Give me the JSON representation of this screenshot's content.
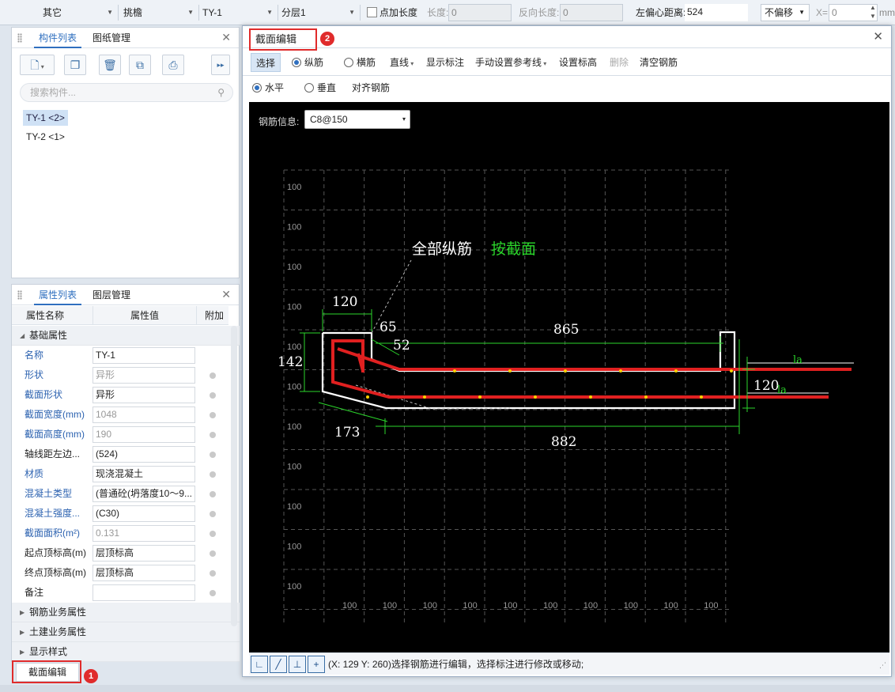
{
  "topbar": {
    "dd1": "其它",
    "dd2": "挑檐",
    "dd3": "TY-1",
    "dd4": "分层1",
    "point_length_label": "点加长度",
    "length_label": "长度:",
    "length_value": "0",
    "reverse_length_label": "反向长度:",
    "reverse_length_value": "0",
    "left_offset_label": "左偏心距离:",
    "left_offset_value": "524",
    "offset_mode": "不偏移",
    "x_label": "X=",
    "x_value": "0",
    "unit": "mm"
  },
  "component_panel": {
    "tab_list": "构件列表",
    "tab_drawings": "图纸管理",
    "search_placeholder": "搜索构件...",
    "items": [
      "TY-1 <2>",
      "TY-2 <1>"
    ]
  },
  "property_panel": {
    "tab_props": "属性列表",
    "tab_layers": "图层管理",
    "col_name": "属性名称",
    "col_value": "属性值",
    "col_extra": "附加",
    "group_basic": "基础属性",
    "rows": [
      {
        "name": "名称",
        "value": "TY-1"
      },
      {
        "name": "形状",
        "value": "异形"
      },
      {
        "name": "截面形状",
        "value": "异形"
      },
      {
        "name": "截面宽度(mm)",
        "value": "1048"
      },
      {
        "name": "截面高度(mm)",
        "value": "190"
      },
      {
        "name": "轴线距左边...",
        "value": "(524)"
      },
      {
        "name": "材质",
        "value": "现浇混凝土"
      },
      {
        "name": "混凝土类型",
        "value": "(普通砼(坍落度10～9..."
      },
      {
        "name": "混凝土强度...",
        "value": "(C30)"
      },
      {
        "name": "截面面积(m²)",
        "value": "0.131"
      },
      {
        "name": "起点顶标高(m)",
        "value": "层顶标高"
      },
      {
        "name": "终点顶标高(m)",
        "value": "层顶标高"
      },
      {
        "name": "备注",
        "value": ""
      }
    ],
    "group_rebar": "钢筋业务属性",
    "group_civil": "土建业务属性",
    "group_display": "显示样式",
    "section_edit_button": "截面编辑"
  },
  "badges": {
    "one": "1",
    "two": "2"
  },
  "dialog": {
    "title": "截面编辑",
    "tools": {
      "select": "选择",
      "longitudinal": "纵筋",
      "transverse": "横筋",
      "line": "直线",
      "show_dims": "显示标注",
      "manual_ref": "手动设置参考线",
      "set_elev": "设置标高",
      "delete": "删除",
      "clear_rebar": "清空钢筋"
    },
    "subtools": {
      "horizontal": "水平",
      "vertical": "垂直",
      "align": "对齐钢筋"
    },
    "rebar_info_label": "钢筋信息:",
    "rebar_info_value": "C8@150",
    "canvas": {
      "all_long_rebar": "全部纵筋",
      "by_section": "按截面",
      "dims": {
        "d120_top": "120",
        "d65": "65",
        "d52": "52",
        "d865": "865",
        "d142": "142",
        "d120_right": "120",
        "d173": "173",
        "d882": "882",
        "la1": "la",
        "la2": "la"
      },
      "grid_label": "100"
    },
    "status_text": "(X: 129 Y: 260)选择钢筋进行编辑，选择标注进行修改或移动;"
  }
}
